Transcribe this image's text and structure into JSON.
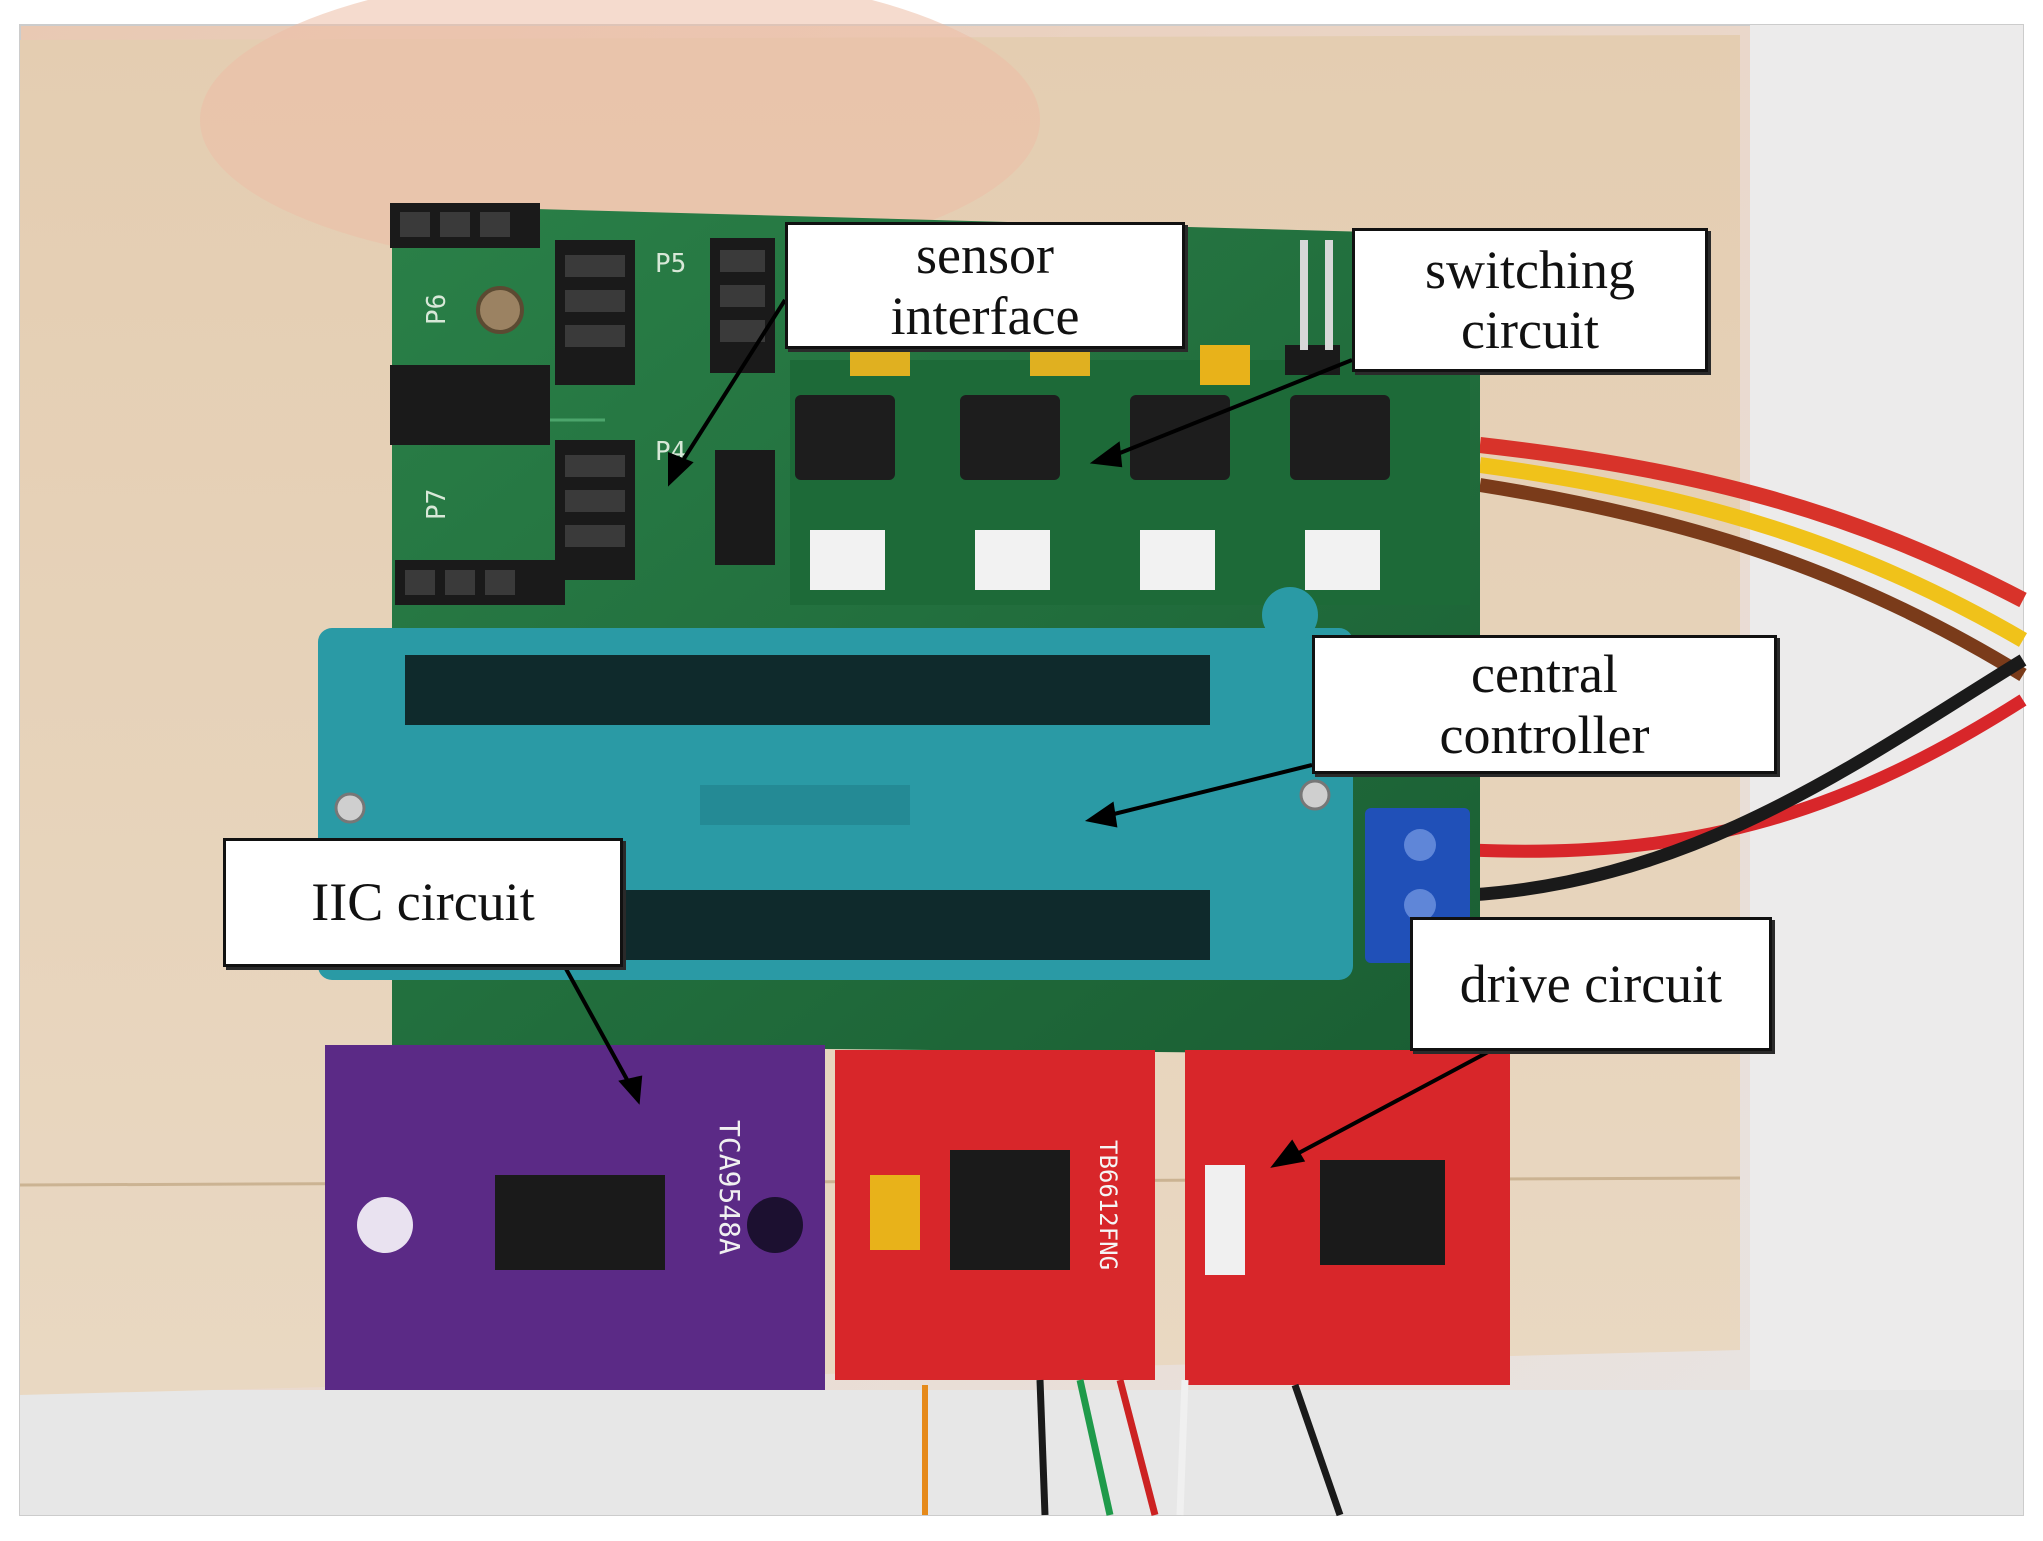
{
  "callouts": {
    "sensor_interface": {
      "line1": "sensor",
      "line2": "interface"
    },
    "switching_circuit": {
      "line1": "switching",
      "line2": "circuit"
    },
    "central_controller": {
      "line1": "central",
      "line2": "controller"
    },
    "iic_circuit": {
      "line1": "IIC circuit"
    },
    "drive_circuit": {
      "line1": "drive circuit"
    }
  },
  "board_markings": {
    "header_p5": "P5",
    "header_p6": "P6",
    "header_p7": "P7",
    "header_p4": "P4",
    "iic_chip": "TCA9548A",
    "driver_chip": "TB6612FNG"
  },
  "colors": {
    "pcb_green": "#1f6b3a",
    "zif_socket": "#2a9aa5",
    "iic_board": "#5b2a86",
    "driver_board": "#d8262a",
    "wood": "#e6d2b5",
    "wall": "#f0ecea"
  }
}
